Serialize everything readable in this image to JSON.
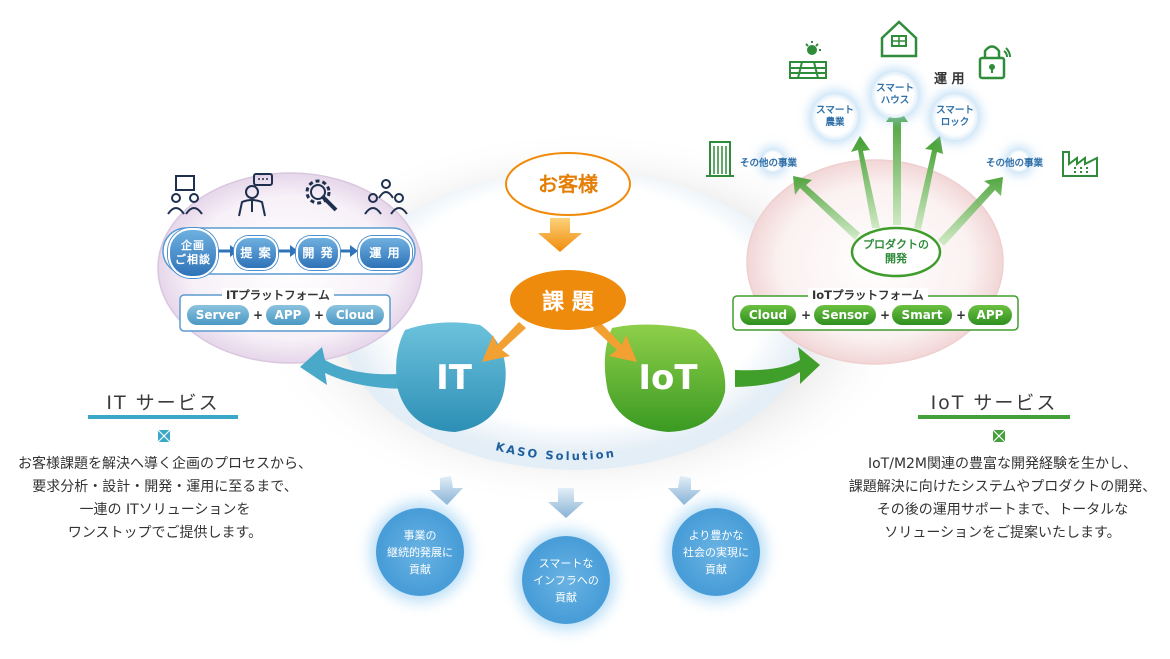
{
  "center": {
    "customer": "お客様",
    "issue": "課 題",
    "it": "IT",
    "iot": "IoT",
    "brand": "KASO Solution"
  },
  "it_panel": {
    "steps": [
      "企画\nご相談",
      "提 案",
      "開 発",
      "運 用"
    ],
    "platform_title": "ITプラットフォーム",
    "platform_items": [
      "Server",
      "APP",
      "Cloud"
    ],
    "plus": "+"
  },
  "iot_panel": {
    "product": "プロダクトの\n開発",
    "platform_title": "IoTプラットフォーム",
    "platform_items": [
      "Cloud",
      "Sensor",
      "Smart",
      "APP"
    ],
    "plus": "+",
    "operation": "運 用",
    "bubbles": {
      "agri": "スマート\n農業",
      "house": "スマート\nハウス",
      "lock": "スマート\nロック",
      "other_left": "その他の事業",
      "other_right": "その他の事業"
    }
  },
  "it_service": {
    "title": "IT サービス",
    "lines": [
      "お客様課題を解決へ導く企画のプロセスから、",
      "要求分析・設計・開発・運用に至るまで、",
      "一連の ITソリューションを",
      "ワンストップでご提供します。"
    ]
  },
  "iot_service": {
    "title": "IoT サービス",
    "lines": [
      "IoT/M2M関連の豊富な開発経験を生かし、",
      "課題解決に向けたシステムやプロダクトの開発、",
      "その後の運用サポートまで、トータルな",
      "ソリューションをご提案いたします。"
    ]
  },
  "goals": [
    "事業の\n継続的発展に\n貢献",
    "スマートな\nインフラへの\n貢献",
    "より豊かな\n社会の実現に\n貢献"
  ],
  "colors": {
    "orange": "#f08a0a",
    "it_teal": "#3aa3c5",
    "iot_green": "#4aa82a",
    "title_teal": "#3aa7c6",
    "title_green": "#44a03a",
    "goal_blue": "#4b9fd9"
  },
  "icons": [
    "meeting-icon",
    "consultant-icon",
    "gear-icon",
    "team-icon",
    "farm-icon",
    "house-icon",
    "lock-icon",
    "building-icon",
    "factory-icon",
    "bullet-icon"
  ]
}
